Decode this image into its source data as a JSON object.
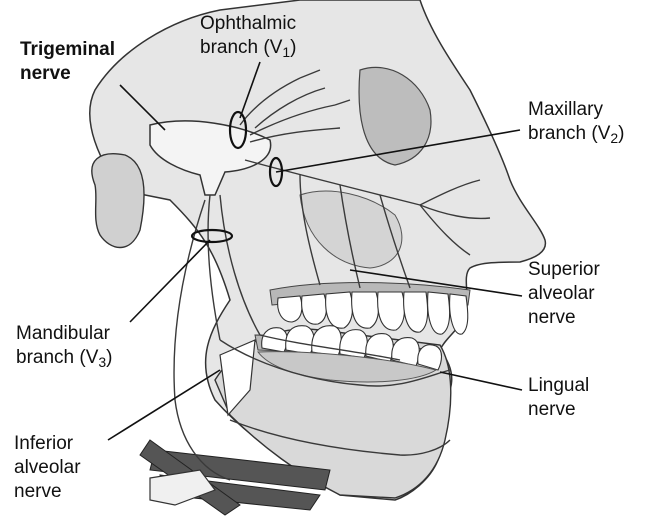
{
  "labels": {
    "trigeminal": {
      "line1": "Trigeminal",
      "line2": "nerve"
    },
    "ophthalmic": {
      "line1": "Ophthalmic",
      "line2_prefix": "branch (V",
      "sub": "1",
      "suffix": ")"
    },
    "maxillary": {
      "line1": "Maxillary",
      "line2_prefix": "branch (V",
      "sub": "2",
      "suffix": ")"
    },
    "mandibular": {
      "line1": "Mandibular",
      "line2_prefix": "branch (V",
      "sub": "3",
      "suffix": ")"
    },
    "superior_alveolar": {
      "line1": "Superior",
      "line2": "alveolar",
      "line3": "nerve"
    },
    "lingual": {
      "line1": "Lingual",
      "line2": "nerve"
    },
    "inferior_alveolar": {
      "line1": "Inferior",
      "line2": "alveolar",
      "line3": "nerve"
    }
  },
  "colors": {
    "line": "#111111",
    "outline": "#333333",
    "skin": "#e6e6e6",
    "bone": "#cfcfcf",
    "nerve": "#f7f7f7",
    "teeth": "#ffffff",
    "gum": "#b8b8b8",
    "muscle": "#555555"
  }
}
